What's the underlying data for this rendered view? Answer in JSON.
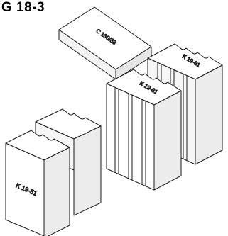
{
  "figure": {
    "title": "G 18-3",
    "labels": {
      "slab": "C 130/38",
      "block_front": "K 19-81",
      "block_back": "K 19-81",
      "block_small": "K 19-51"
    }
  },
  "colors": {
    "line": "#1a1a1a",
    "face": "#ffffff",
    "shade": "#e8e8e8"
  }
}
